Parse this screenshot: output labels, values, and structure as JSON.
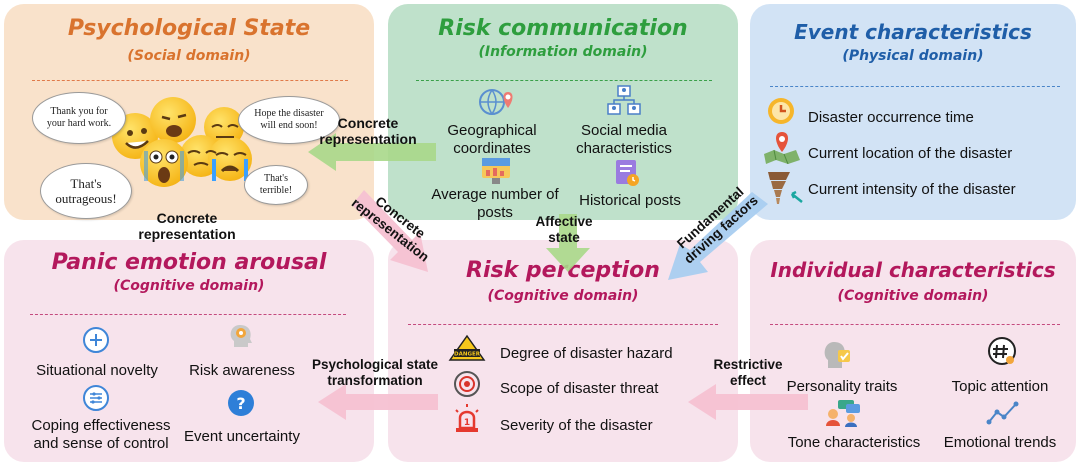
{
  "psych": {
    "title": "Psychological State",
    "subtitle": "(Social domain)",
    "bubbles": [
      "Thank you for your hard work.",
      "Hope the disaster will end soon!",
      "That's terrible!",
      "That's outrageous!"
    ],
    "bottom_label": "Concrete representation"
  },
  "riskcomm": {
    "title": "Risk communication",
    "subtitle": "(Information domain)",
    "items": [
      "Geographical coordinates",
      "Social media characteristics",
      "Average number of posts",
      "Historical posts"
    ]
  },
  "event": {
    "title": "Event characteristics",
    "subtitle": "(Physical domain)",
    "items": [
      "Disaster occurrence time",
      "Current location of the disaster",
      "Current intensity of the disaster"
    ]
  },
  "panic": {
    "title": "Panic emotion arousal",
    "subtitle": "(Cognitive domain)",
    "items": [
      "Situational novelty",
      "Risk awareness",
      "Coping effectiveness and sense of control",
      "Event uncertainty"
    ]
  },
  "perception": {
    "title": "Risk perception",
    "subtitle": "(Cognitive domain)",
    "items": [
      "Degree of disaster hazard",
      "Scope of disaster threat",
      "Severity of the disaster"
    ],
    "danger_sign": "DANGER"
  },
  "individual": {
    "title": "Individual characteristics",
    "subtitle": "(Cognitive domain)",
    "items": [
      "Personality traits",
      "Topic attention",
      "Tone characteristics",
      "Emotional trends"
    ]
  },
  "arrows": {
    "concrete_top": "Concrete representation",
    "concrete_diag": "Concrete representation",
    "affective": "Affective state",
    "fundamental": "Fundamental driving factors",
    "psych_transform": "Psychological state transformation",
    "restrictive": "Restrictive effect"
  },
  "colors": {
    "psych_bg": "#f9e2cb",
    "psych_title": "#d9732e",
    "psych_dash": "#e07a4a",
    "comm_bg": "#bfe1cb",
    "comm_title": "#2e9e3e",
    "comm_dash": "#3aa04a",
    "event_bg": "#d2e3f5",
    "event_title": "#1f5ea8",
    "event_dash": "#4a85c8",
    "cog_bg": "#f7e3ec",
    "cog_title": "#b3185c",
    "cog_dash": "#c44a7e",
    "arrow_green": "#a8d88a",
    "arrow_blue": "#a9cdf0",
    "arrow_pink": "#f5c1d2"
  }
}
